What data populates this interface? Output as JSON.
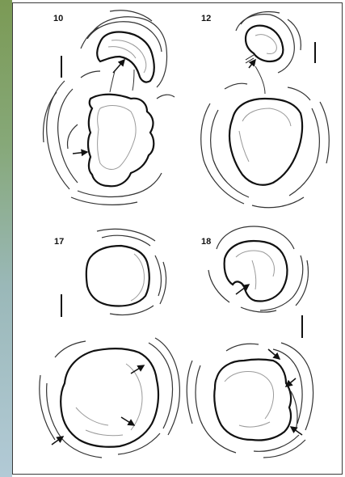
{
  "figure": {
    "panels": [
      {
        "id": "10",
        "label": "10"
      },
      {
        "id": "12",
        "label": "12"
      },
      {
        "id": "17",
        "label": "17"
      },
      {
        "id": "18",
        "label": "18"
      }
    ]
  },
  "colors": {
    "frame": "#3a3a3a",
    "outline": "#111111",
    "inner_contour": "#9a9a9a",
    "outer_contour": "#333333",
    "strip_top": "#7b9a55",
    "strip_bottom": "#b2cad6"
  }
}
